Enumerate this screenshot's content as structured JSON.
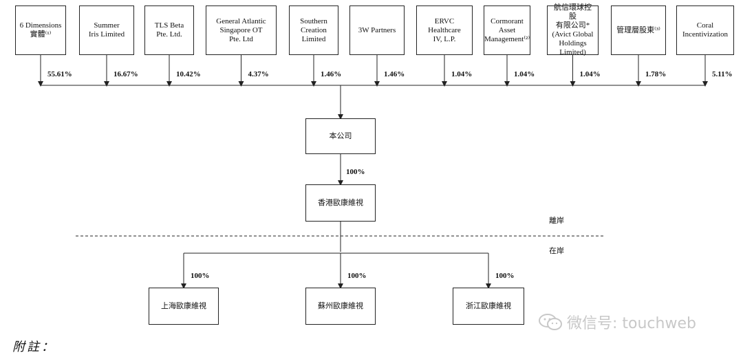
{
  "shareholders": [
    {
      "name": "6 Dimensions\n實體⁽¹⁾",
      "pct": "55.61%"
    },
    {
      "name": "Summer\nIris Limited",
      "pct": "16.67%"
    },
    {
      "name": "TLS Beta\nPte. Ltd.",
      "pct": "10.42%"
    },
    {
      "name": "General Atlantic\nSingapore OT\nPte. Ltd",
      "pct": "4.37%"
    },
    {
      "name": "Southern\nCreation\nLimited",
      "pct": "1.46%"
    },
    {
      "name": "3W Partners",
      "pct": "1.46%"
    },
    {
      "name": "ERVC\nHealthcare\nIV, L.P.",
      "pct": "1.04%"
    },
    {
      "name": "Cormorant\nAsset\nManagement⁽²⁾",
      "pct": "1.04%"
    },
    {
      "name": "航信環球控股\n有限公司*\n(Avict Global\nHoldings\nLimited)",
      "pct": "1.04%"
    },
    {
      "name": "管理層股東⁽³⁾",
      "pct": "1.78%"
    },
    {
      "name": "Coral\nIncentivization",
      "pct": "5.11%"
    }
  ],
  "company": {
    "name": "本公司"
  },
  "hk_sub": {
    "name": "香港歐康維視",
    "pct": "100%"
  },
  "offshore_label": "離岸",
  "onshore_label": "在岸",
  "onshore_subs": [
    {
      "name": "上海歐康維視",
      "pct": "100%"
    },
    {
      "name": "蘇州歐康維視",
      "pct": "100%"
    },
    {
      "name": "浙江歐康維視",
      "pct": "100%"
    }
  ],
  "notes_heading": "附註：",
  "watermark": "微信号: touchweb"
}
